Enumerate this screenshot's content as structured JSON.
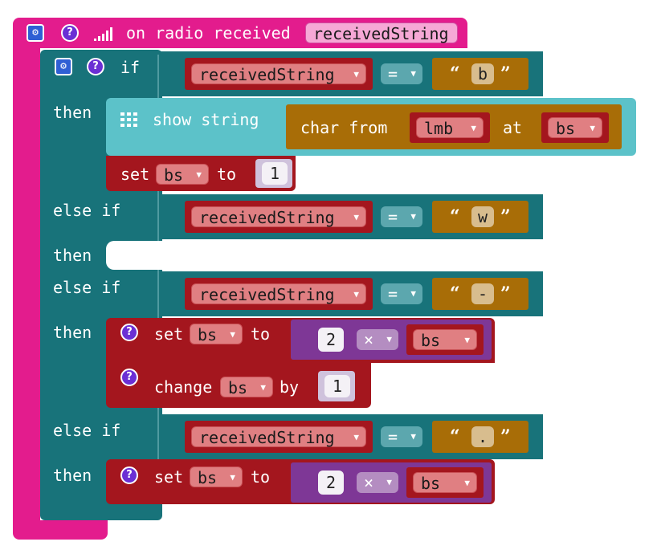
{
  "event": {
    "title": "on radio received",
    "param": "receivedString"
  },
  "keywords": {
    "if": "if",
    "then": "then",
    "else_if": "else if",
    "show_string": "show string",
    "char_from": "char from",
    "at": "at",
    "set": "set",
    "to": "to",
    "change": "change",
    "by": "by"
  },
  "conditions": [
    {
      "var": "receivedString",
      "op": "=",
      "value": "b"
    },
    {
      "var": "receivedString",
      "op": "=",
      "value": "w"
    },
    {
      "var": "receivedString",
      "op": "=",
      "value": "-"
    },
    {
      "var": "receivedString",
      "op": "=",
      "value": "."
    }
  ],
  "branch1": {
    "show_text_var": "lmb",
    "show_index_var": "bs",
    "set_var": "bs",
    "set_value": "1"
  },
  "branch3": {
    "set_var": "bs",
    "mul_left": "2",
    "mul_op": "×",
    "mul_right": "bs",
    "change_var": "bs",
    "change_value": "1"
  },
  "branch4": {
    "set_var": "bs",
    "mul_left": "2",
    "mul_op": "×",
    "mul_right": "bs"
  },
  "icons": {
    "settings": "gear-icon",
    "help": "question-mark-icon",
    "radio": "signal-bars-icon",
    "grid": "led-grid-icon",
    "dropdown": "triangle-down-icon"
  },
  "colors": {
    "event": "#e31c8d",
    "logic": "#18737a",
    "basic": "#5cc2c9",
    "text": "#a86d07",
    "variables": "#a4161e",
    "math": "#7e3796"
  }
}
